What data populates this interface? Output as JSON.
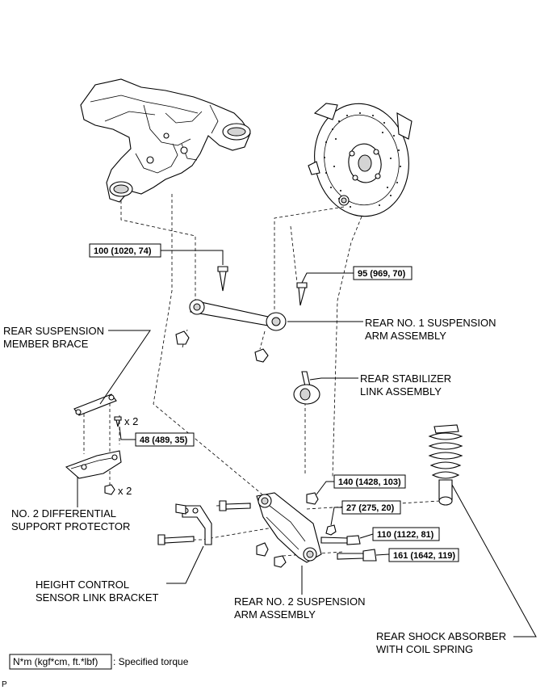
{
  "labels": {
    "member_brace_1": "REAR SUSPENSION",
    "member_brace_2": "MEMBER BRACE",
    "no1_arm_1": "REAR NO. 1 SUSPENSION",
    "no1_arm_2": "ARM ASSEMBLY",
    "stab_link_1": "REAR STABILIZER",
    "stab_link_2": "LINK ASSEMBLY",
    "diff_protector_1": "NO. 2 DIFFERENTIAL",
    "diff_protector_2": "SUPPORT PROTECTOR",
    "height_bracket_1": "HEIGHT CONTROL",
    "height_bracket_2": "SENSOR LINK BRACKET",
    "no2_arm_1": "REAR NO. 2 SUSPENSION",
    "no2_arm_2": "ARM ASSEMBLY",
    "shock_1": "REAR SHOCK ABSORBER",
    "shock_2": "WITH COIL SPRING"
  },
  "torques": {
    "t100": "100 (1020, 74)",
    "t95": "95 (969, 70)",
    "t48": "48 (489, 35)",
    "t140": "140 (1428, 103)",
    "t27": "27 (275, 20)",
    "t110": "110 (1122, 81)",
    "t161": "161 (1642, 119)"
  },
  "quantities": {
    "bolt_x2": "x 2",
    "nut_x2": "x 2"
  },
  "legend": {
    "unit": "N*m (kgf*cm, ft.*lbf)",
    "desc": ": Specified torque"
  },
  "corner_mark": "P"
}
